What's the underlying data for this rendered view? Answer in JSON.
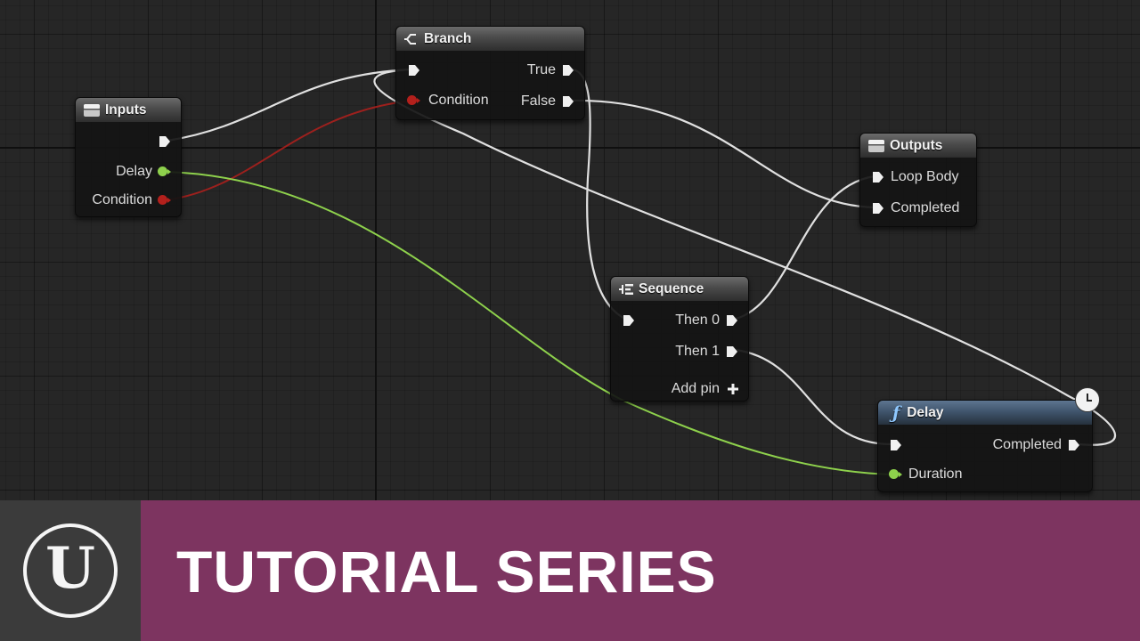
{
  "graph": {
    "nodes": {
      "inputs": {
        "title": "Inputs",
        "delay_label": "Delay",
        "condition_label": "Condition"
      },
      "branch": {
        "title": "Branch",
        "true_label": "True",
        "condition_label": "Condition",
        "false_label": "False"
      },
      "outputs": {
        "title": "Outputs",
        "loop_body_label": "Loop Body",
        "completed_label": "Completed"
      },
      "sequence": {
        "title": "Sequence",
        "then0_label": "Then 0",
        "then1_label": "Then 1",
        "add_pin_label": "Add pin"
      },
      "delay": {
        "title": "Delay",
        "completed_label": "Completed",
        "duration_label": "Duration"
      }
    },
    "icons": {
      "tunnel": "tunnel-node-icon",
      "branch": "branch-icon",
      "sequence": "sequence-icon",
      "function": "function-icon",
      "latent": "clock-icon",
      "add": "plus-icon"
    },
    "colors": {
      "exec_wire": "#e0e0e0",
      "bool_pin": "#b3201c",
      "float_pin": "#8ed14c"
    }
  },
  "banner": {
    "title": "TUTORIAL SERIES",
    "logo_mark": "U",
    "colors": {
      "title_bg": "#7d3460",
      "logo_bg": "#3b3b3b"
    }
  }
}
